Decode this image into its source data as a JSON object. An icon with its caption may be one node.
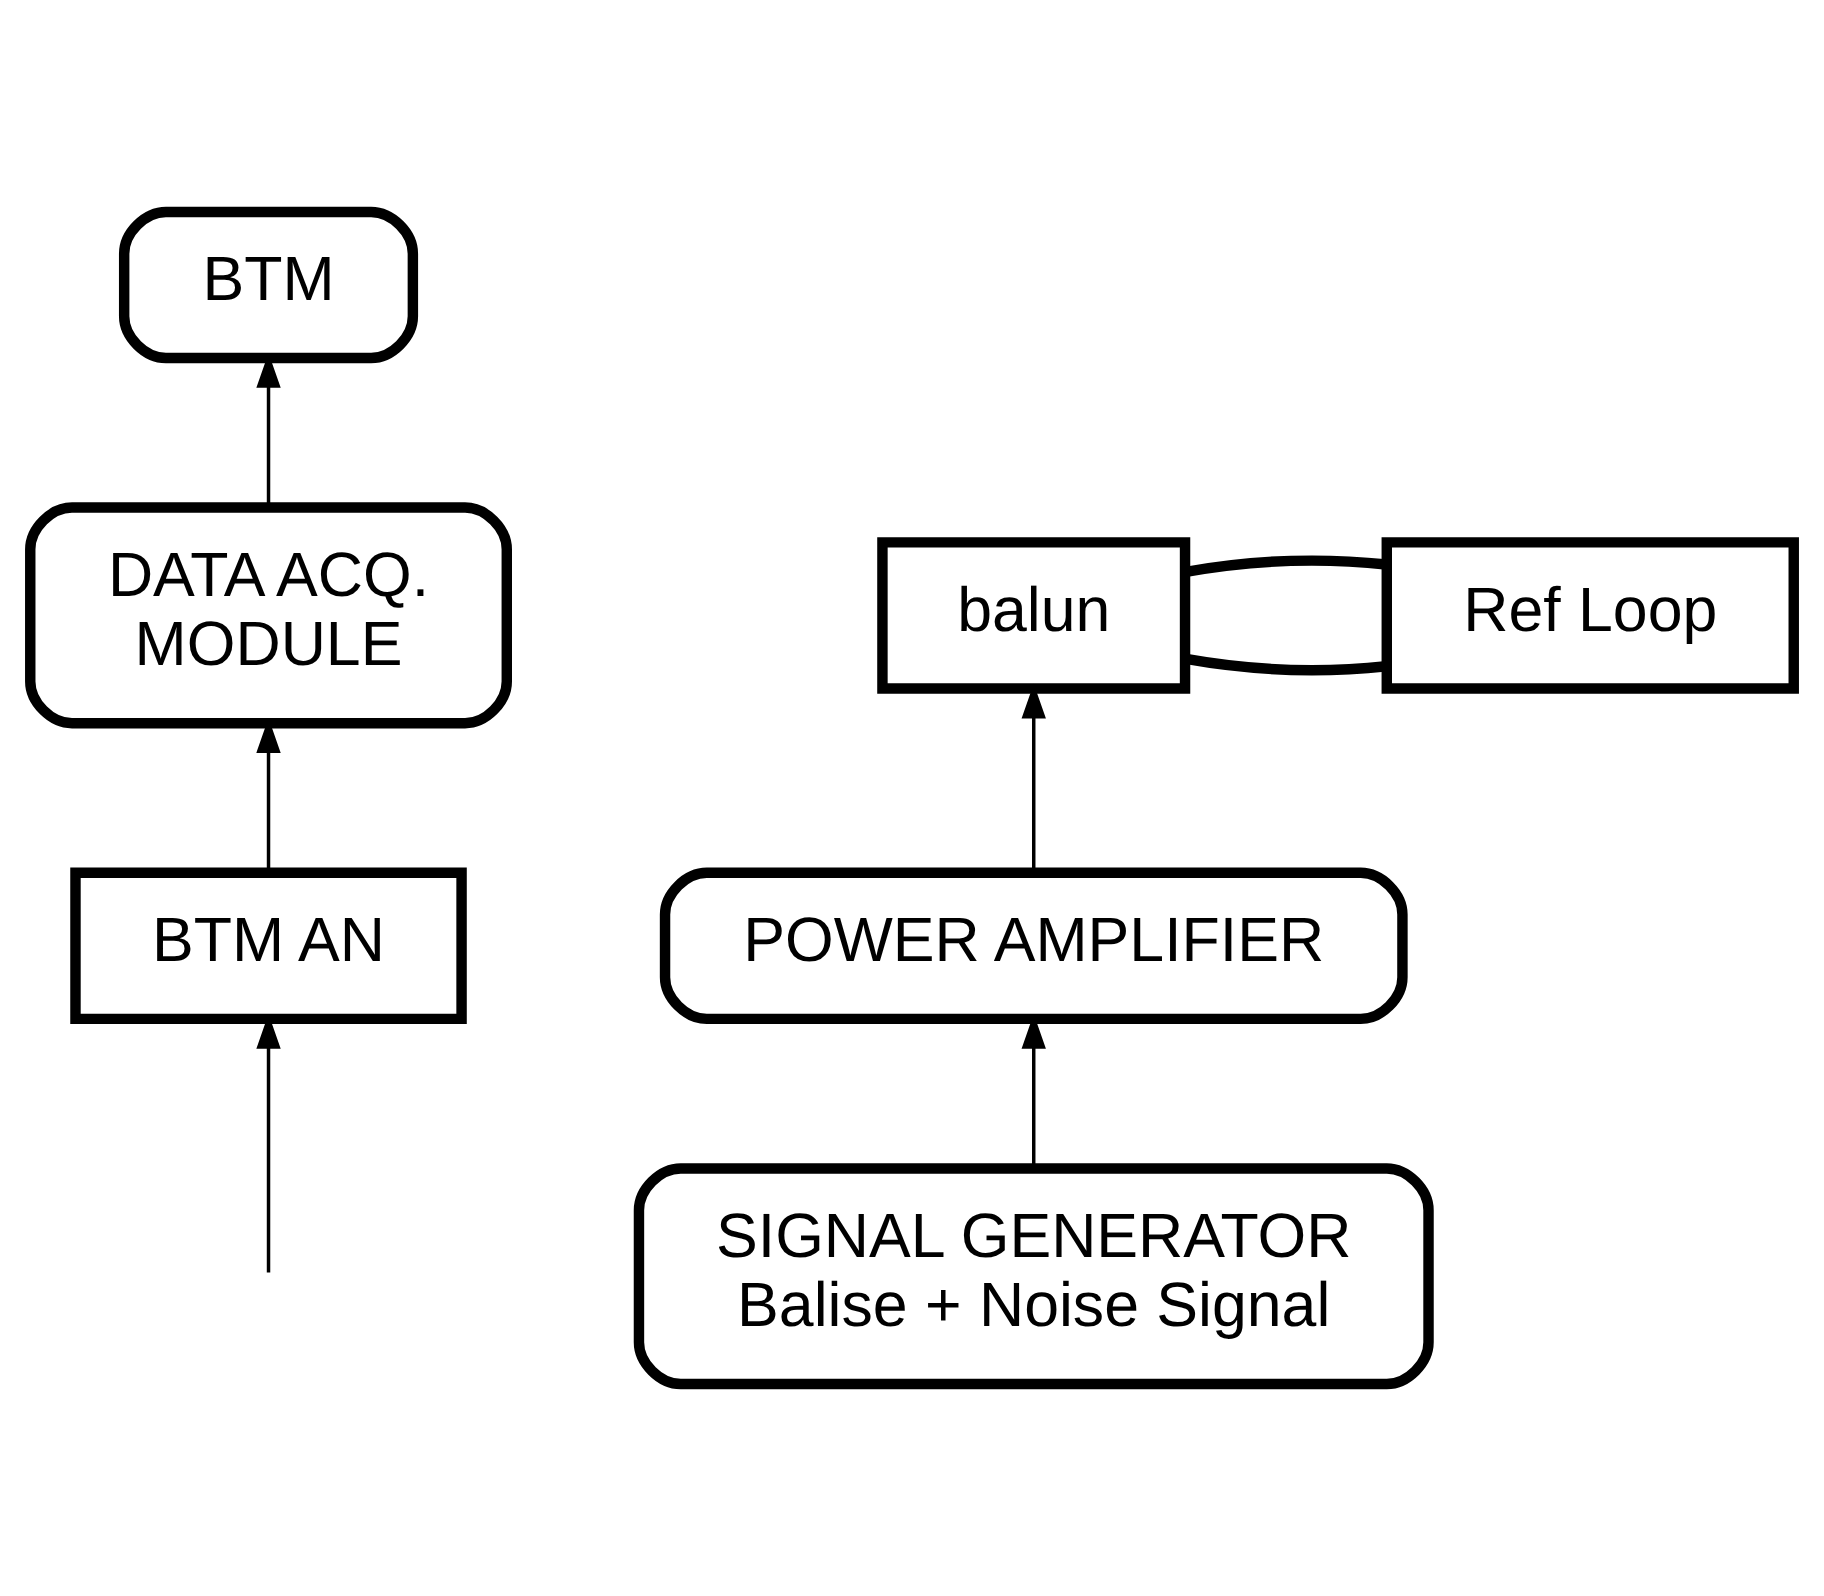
{
  "diagram": {
    "nodes": [
      {
        "text": [
          "BTM"
        ]
      },
      {
        "text": [
          "DATA ACQ.",
          "MODULE"
        ]
      },
      {
        "text": [
          "SIGNAL GENERATOR",
          "Balise + Noise Signal"
        ]
      },
      {
        "text": [
          "BTM AN"
        ]
      },
      {
        "text": [
          "POWER AMPLIFIER"
        ]
      },
      {
        "text": [
          "Ref Loop"
        ]
      },
      {
        "text": [
          "balun"
        ]
      }
    ],
    "edges": [
      {
        "from": 1,
        "to": 0,
        "arrow": "to"
      },
      {
        "from": 3,
        "to": 1,
        "arrow": "to"
      },
      {
        "from": 2,
        "to": 4,
        "arrow": "to"
      },
      {
        "from": 4,
        "to": 6,
        "arrow": "to"
      },
      {
        "from": 6,
        "to": 5,
        "arrow": "none",
        "style": "thick"
      },
      {
        "from": 6,
        "to": 5,
        "arrow": "none",
        "style": "thick"
      },
      {
        "from": null,
        "to": 3,
        "arrow": "to"
      }
    ]
  }
}
